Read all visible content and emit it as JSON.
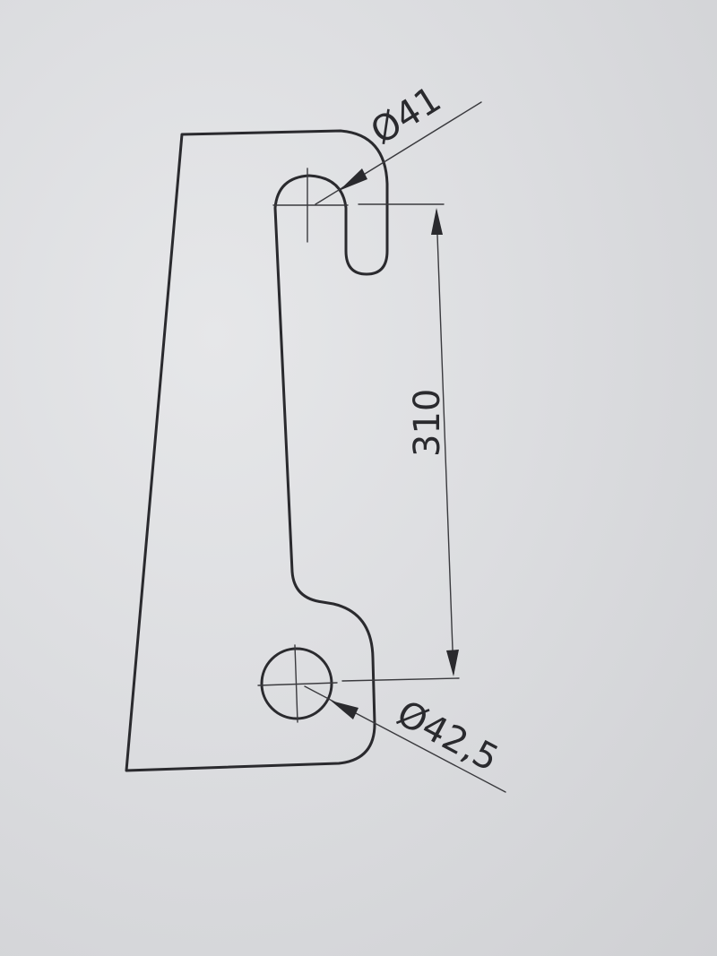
{
  "drawing": {
    "hole_small_diameter": "Ø41",
    "hole_large_diameter": "Ø42,5",
    "center_distance": "310"
  },
  "colors": {
    "paper": "#dcdde0",
    "ink": "#2a2a2e"
  }
}
